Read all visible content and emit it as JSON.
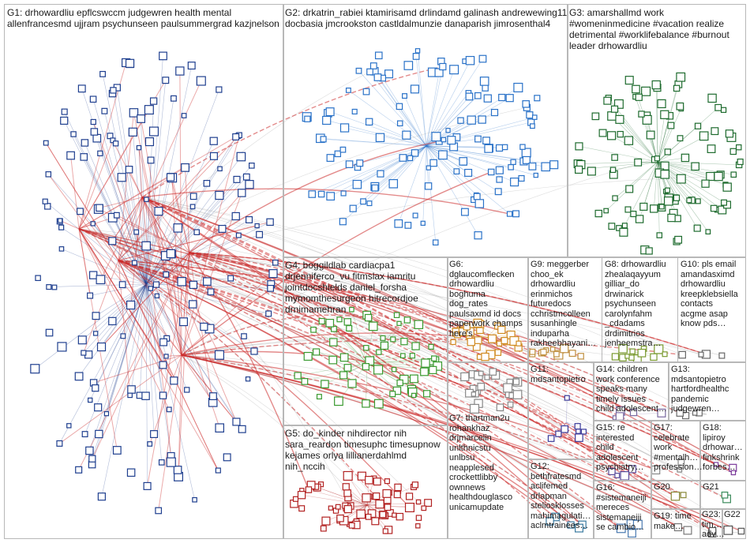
{
  "groups": [
    {
      "id": "G1",
      "label": "G1: drhowardliu epflcswccm judgewren health mental\nallenfrancesmd ujjram psychunseen paulsummergrad kazjnelson",
      "color": "#1f3f8f",
      "nodes": 180
    },
    {
      "id": "G2",
      "label": "G2: drkatrin_rabiei ktamirisamd drlindamd galinash andrewewing11\ndocbasia jmcrookston castldalmunzie danaparish jimrosenthal4",
      "color": "#2a72c8",
      "nodes": 130
    },
    {
      "id": "G3",
      "label": "G3: amarshallmd work\n#womeninmedicine #vacation realize\ndetrimental #worklifebalance #burnout\nleader drhowardliu",
      "color": "#1e6b2e",
      "nodes": 110
    },
    {
      "id": "G4",
      "label": "G4: boggildlab cardiacpa1\ndrjenniferco_vu fitmslax iamritu\njointdocshields daniel_forsha\nmymomthesurgeon hitrecordjoe\ndrnimamehran",
      "color": "#3a9a30",
      "nodes": 60
    },
    {
      "id": "G5",
      "label": "G5: do_kinder nihdirector nih\nsara_reardon timesuphc timesupnow\nkejames orlya lillianerdahlmd\nnih_nccih",
      "color": "#b22222",
      "nodes": 70
    },
    {
      "id": "G6",
      "label": "G6:\ndglaucomflecken\ndrhowardliu\nboghuma\ndog_rates\npaulsaxmd id docs\npaperwork champs\nhere's",
      "color": "#d08a20",
      "nodes": 30
    },
    {
      "id": "G7",
      "label": "G7: thartman2u\nrohankhaz\ndrjmarcelin\nunlthnicstu\nunlbsu\nneapplesed\ncrockettlibby\nownnews\nhealthdouglasco\nunicamupdate",
      "color": "#888888",
      "nodes": 25
    },
    {
      "id": "G8",
      "label": "G8: drhowardliu\nzhealaqayyum\ngilliar_do\ndrwinarick\npsychunseen\ncarolynfahm\n_cdadams\ndrdimitrios\njenheemstra…",
      "color": "#7a9a30",
      "nodes": 12
    },
    {
      "id": "G9",
      "label": "G9: meggerber\nchoo_ek\ndrhowardliu\nerinmichos\nfuturedocs\ncchristmcolleen\nsusanhingle\ninduparha\nrakheebhayani…",
      "color": "#c09040",
      "nodes": 12
    },
    {
      "id": "G10",
      "label": "G10: pls email\namandasximd\ndrhowardliu\nkreepklebsiella\ncontacts\nacgme asap\nknow pds…",
      "color": "#666666",
      "nodes": 4
    },
    {
      "id": "G11",
      "label": "G11:\nmdsantopietro",
      "color": "#3b3b9a",
      "nodes": 8
    },
    {
      "id": "G12",
      "label": "G12:\nbethfratesmd\naclifemed\ndrlapman\nsteliosklosses\nmahimagulati…\naclmtrainees…",
      "color": "#3a7aa0",
      "nodes": 6
    },
    {
      "id": "G13",
      "label": "G13:\nmdsantopietro\nhartfordhealthc\npandemic\njudgewren…",
      "color": "#6a6a6a",
      "nodes": 4
    },
    {
      "id": "G14",
      "label": "G14: children\nwork conference\nspeaks many\ntimely issues\nchild adolescent…",
      "color": "#7a6aa0",
      "nodes": 5
    },
    {
      "id": "G15",
      "label": "G15: re\ninterested\nchild\nadolescent\npsychiatry…",
      "color": "#5a4a9a",
      "nodes": 4
    },
    {
      "id": "G16",
      "label": "G16:\n#sistemaneiji\nmereces\nsistemaneiji\nse cambio…",
      "color": "#4a7ab0",
      "nodes": 4
    },
    {
      "id": "G17",
      "label": "G17:\ncelebrate\nwork\n#mentalh…\nprofession…",
      "color": "#888888",
      "nodes": 3
    },
    {
      "id": "G18",
      "label": "G18:\nlipiroy\ndrhowar…\nfinkshrink\nforbes…",
      "color": "#7a3a9a",
      "nodes": 3
    },
    {
      "id": "G19",
      "label": "G19: time\nmake…",
      "color": "#777777",
      "nodes": 2
    },
    {
      "id": "G20",
      "label": "G20",
      "color": "#8a8a3a",
      "nodes": 2
    },
    {
      "id": "G21",
      "label": "G21",
      "color": "#3a8a5a",
      "nodes": 2
    },
    {
      "id": "G22",
      "label": "G22",
      "color": "#555555",
      "nodes": 2
    },
    {
      "id": "G23",
      "label": "G23:\ntim…\nadv…",
      "color": "#555555",
      "nodes": 2
    }
  ],
  "colors": {
    "edge": "#9a9a9a",
    "hub_edge": "#cc2a2a",
    "node_fill": "#ffffff",
    "border": "#b8b8b8"
  }
}
